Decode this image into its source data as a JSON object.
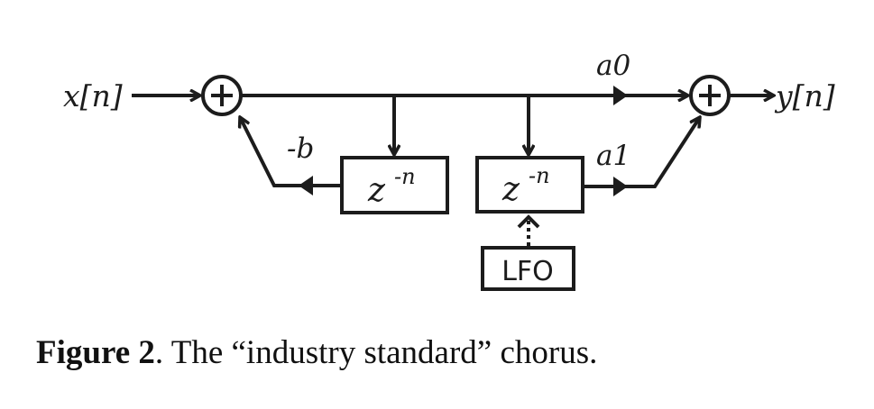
{
  "diagram": {
    "title": "industry standard chorus block diagram",
    "input_label": "x[n]",
    "output_label": "y[n]",
    "feedback_gain_label": "-b",
    "direct_gain_label": "a0",
    "delayed_gain_label": "a1",
    "delay_block_1": {
      "base": "z",
      "exponent": "-n"
    },
    "delay_block_2": {
      "base": "z",
      "exponent": "-n"
    },
    "modulator_label": "LFO",
    "summing_symbol": "+",
    "stroke_color": "#1c1c1c"
  },
  "caption": {
    "figure_label": "Figure 2",
    "text": ". The “industry standard” chorus."
  }
}
